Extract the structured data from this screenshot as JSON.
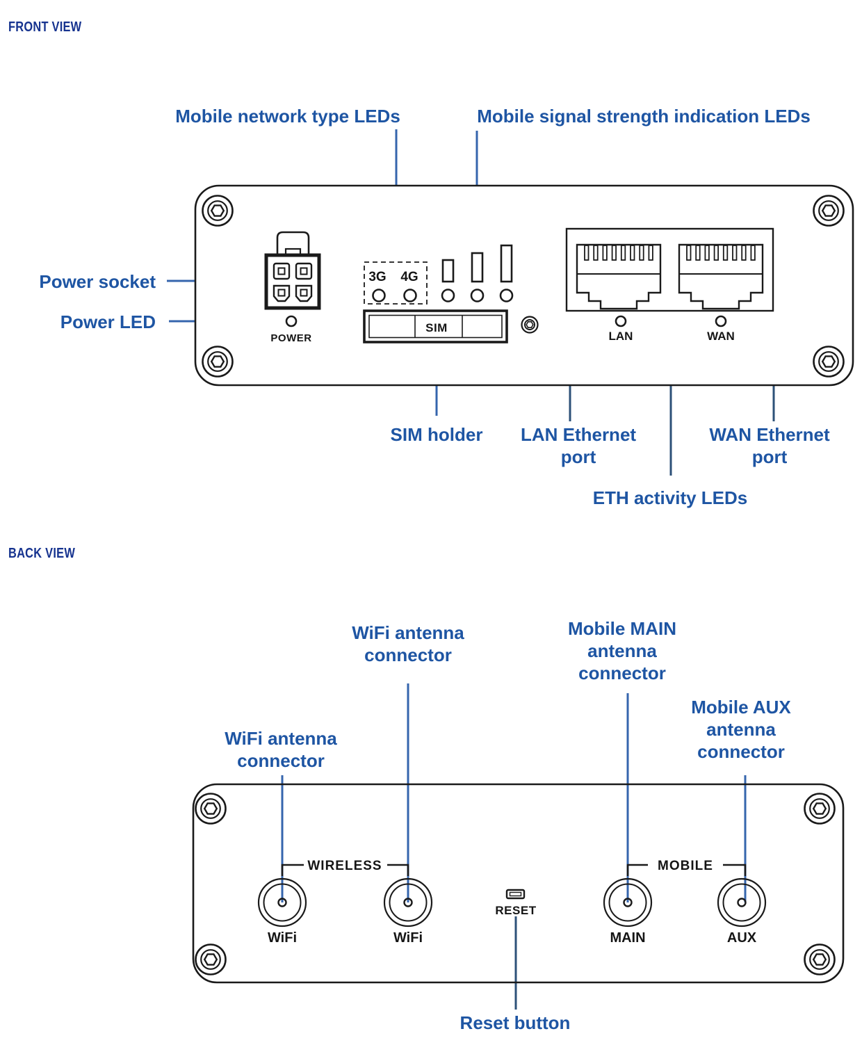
{
  "front": {
    "title": "FRONT VIEW",
    "callouts": {
      "mobile_network": {
        "lines": [
          "Mobile network type LEDs"
        ]
      },
      "mobile_signal": {
        "lines": [
          "Mobile signal strength indication LEDs"
        ]
      },
      "power_socket": {
        "lines": [
          "Power socket"
        ]
      },
      "power_led": {
        "lines": [
          "Power LED"
        ]
      },
      "sim_holder": {
        "lines": [
          "SIM holder"
        ]
      },
      "lan_port": {
        "lines": [
          "LAN Ethernet",
          "port"
        ]
      },
      "wan_port": {
        "lines": [
          "WAN Ethernet",
          "port"
        ]
      },
      "eth_leds": {
        "lines": [
          "ETH activity LEDs"
        ]
      }
    },
    "panel_text": {
      "power": "POWER",
      "net3g": "3G",
      "net4g": "4G",
      "sim": "SIM",
      "lan": "LAN",
      "wan": "WAN"
    }
  },
  "back": {
    "title": "BACK VIEW",
    "callouts": {
      "wifi_right": {
        "lines": [
          "WiFi antenna",
          "connector"
        ]
      },
      "wifi_left": {
        "lines": [
          "WiFi antenna",
          "connector"
        ]
      },
      "mobile_main": {
        "lines": [
          "Mobile MAIN",
          "antenna",
          "connector"
        ]
      },
      "mobile_aux": {
        "lines": [
          "Mobile AUX",
          "antenna",
          "connector"
        ]
      },
      "reset": {
        "lines": [
          "Reset button"
        ]
      }
    },
    "panel_text": {
      "wireless": "WIRELESS",
      "mobile": "MOBILE",
      "wifi1": "WiFi",
      "wifi2": "WiFi",
      "main": "MAIN",
      "aux": "AUX",
      "reset": "RESET"
    }
  },
  "colors": {
    "label_blue": "#1e55a3",
    "header_blue": "#16338f",
    "leader_blue": "#3565ad",
    "leader_navy": "#2d5178",
    "line_black": "#1a1a1a"
  }
}
